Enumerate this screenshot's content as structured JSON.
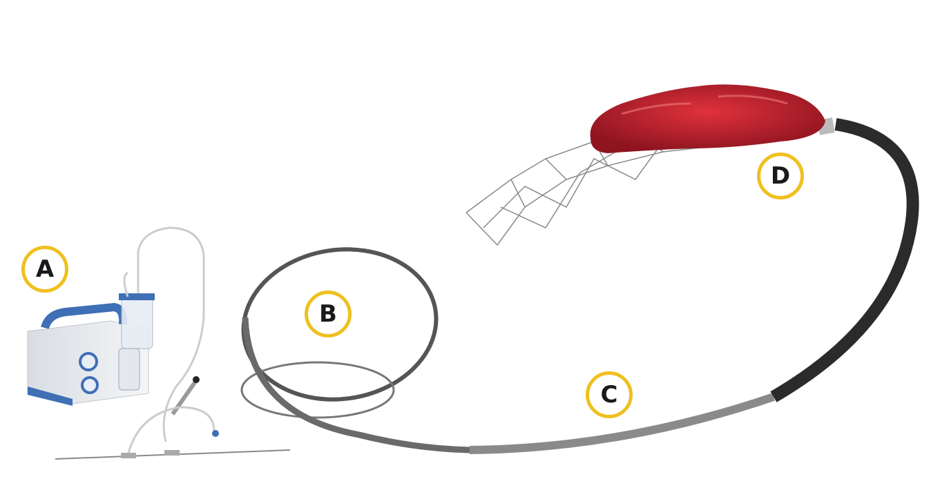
{
  "labels": {
    "a": "A",
    "b": "B",
    "c": "C",
    "d": "D"
  },
  "colors": {
    "label_ring": "#EFC01E",
    "clot": "#B3202A",
    "catheter_dark": "#2b2b2b",
    "catheter_light": "#8a8a8a",
    "device_blue": "#3F6FB5"
  }
}
